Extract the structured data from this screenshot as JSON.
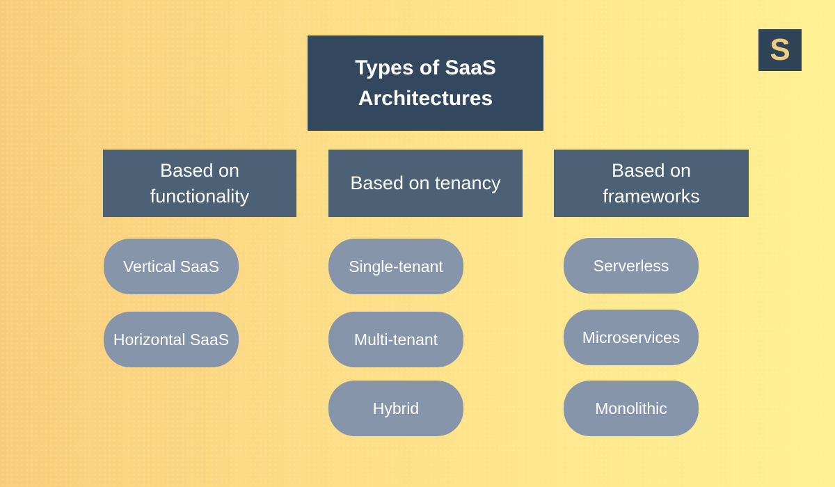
{
  "title": "Types of SaaS Architectures",
  "logo": {
    "letter": "S"
  },
  "colors": {
    "background_left": "#FACD7D",
    "background_right": "#FFF193",
    "title_box": "#33485E",
    "category_box": "#4C6076",
    "pill": "#8795AB",
    "text": "#FFFFFF",
    "logo_background": "#2F4456",
    "logo_letter": "#F0CE81"
  },
  "columns": [
    {
      "header": "Based on functionality",
      "items": [
        "Vertical SaaS",
        "Horizontal SaaS"
      ]
    },
    {
      "header": "Based on tenancy",
      "items": [
        "Single-tenant",
        "Multi-tenant",
        "Hybrid"
      ]
    },
    {
      "header": "Based on frameworks",
      "items": [
        "Serverless",
        "Microservices",
        "Monolithic"
      ]
    }
  ]
}
